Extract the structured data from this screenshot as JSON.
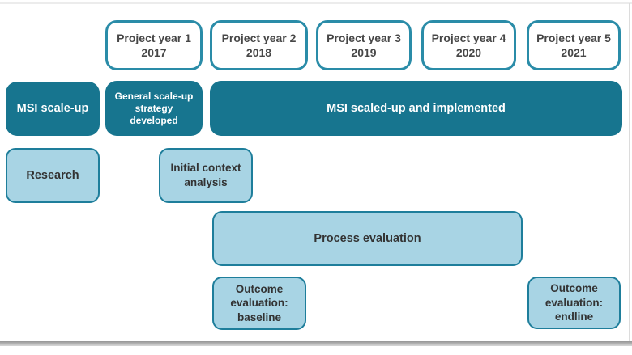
{
  "palette": {
    "dark_teal": "#17758f",
    "light_blue": "#a8d4e4",
    "light_box_border": "#1e7e9b",
    "year_box_border": "#2a8ca8",
    "year_text": "#474747",
    "dark_box_text": "#ffffff",
    "light_box_text": "#333333"
  },
  "years": [
    {
      "line1": "Project year 1",
      "line2": "2017"
    },
    {
      "line1": "Project year 2",
      "line2": "2018"
    },
    {
      "line1": "Project year 3",
      "line2": "2019"
    },
    {
      "line1": "Project year 4",
      "line2": "2020"
    },
    {
      "line1": "Project year 5",
      "line2": "2021"
    }
  ],
  "phases": {
    "msi_scale_up": {
      "label": "MSI scale-up"
    },
    "general_strategy": {
      "label": "General scale-up strategy developed"
    },
    "msi_implemented": {
      "label": "MSI scaled-up and implemented"
    },
    "research": {
      "label": "Research"
    },
    "initial_context": {
      "label": "Initial context analysis"
    },
    "process_evaluation": {
      "label": "Process evaluation"
    },
    "outcome_baseline": {
      "label": "Outcome evaluation: baseline"
    },
    "outcome_endline": {
      "label": "Outcome evaluation: endline"
    }
  },
  "chart_data": {
    "type": "gantt",
    "columns": [
      "Project year 1 2017",
      "Project year 2 2018",
      "Project year 3 2019",
      "Project year 4 2020",
      "Project year 5 2021"
    ],
    "bars": [
      {
        "label": "MSI scale-up",
        "style": "dark",
        "span": "before year 1"
      },
      {
        "label": "General scale-up strategy developed",
        "style": "dark",
        "span": "year 1"
      },
      {
        "label": "MSI scaled-up and implemented",
        "style": "dark",
        "span": "years 2-5"
      },
      {
        "label": "Research",
        "style": "light",
        "span": "before year 1"
      },
      {
        "label": "Initial context analysis",
        "style": "light",
        "span": "mid year 1 to early year 2"
      },
      {
        "label": "Process evaluation",
        "style": "light",
        "span": "years 2-4"
      },
      {
        "label": "Outcome evaluation: baseline",
        "style": "light",
        "span": "year 2"
      },
      {
        "label": "Outcome evaluation: endline",
        "style": "light",
        "span": "year 5"
      }
    ]
  }
}
